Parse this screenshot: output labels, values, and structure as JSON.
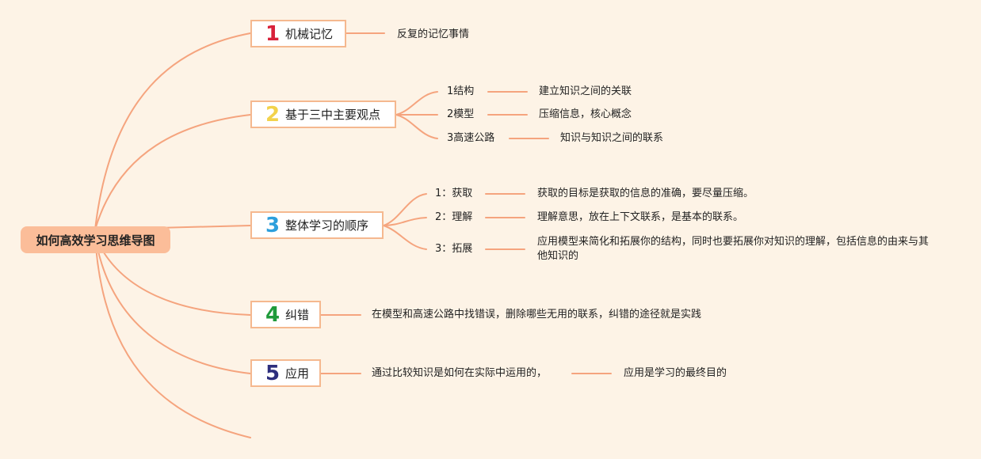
{
  "root": {
    "label": "如何高效学习思维导图"
  },
  "colors": {
    "background": "#fdf3e6",
    "line": "#f5a47e",
    "root_fill": "#fbbd99",
    "box_border": "#f5b88f",
    "num1": "#d8213a",
    "num2": "#f2d24b",
    "num3": "#2d9fdc",
    "num4": "#1f9a3b",
    "num5": "#2d2e7d"
  },
  "branches": [
    {
      "number": "1",
      "label": "机械记忆",
      "detail": "反复的记忆事情"
    },
    {
      "number": "2",
      "label": "基于三中主要观点",
      "children": [
        {
          "label": "1结构",
          "detail": "建立知识之间的关联"
        },
        {
          "label": "2模型",
          "detail": "压缩信息，核心概念"
        },
        {
          "label": "3高速公路",
          "detail": "知识与知识之间的联系"
        }
      ]
    },
    {
      "number": "3",
      "label": "整体学习的顺序",
      "children": [
        {
          "label": "1：获取",
          "detail": "获取的目标是获取的信息的准确，要尽量压缩。"
        },
        {
          "label": "2：理解",
          "detail": "理解意思，放在上下文联系，是基本的联系。"
        },
        {
          "label": "3：拓展",
          "detail": "应用模型来简化和拓展你的结构，同时也要拓展你对知识的理解，包括信息的由来与其他知识的"
        }
      ]
    },
    {
      "number": "4",
      "label": "纠错",
      "detail": "在模型和高速公路中找错误，删除哪些无用的联系，纠错的途径就是实践"
    },
    {
      "number": "5",
      "label": "应用",
      "detail": "通过比较知识是如何在实际中运用的，",
      "detail2": "应用是学习的最终目的"
    }
  ]
}
